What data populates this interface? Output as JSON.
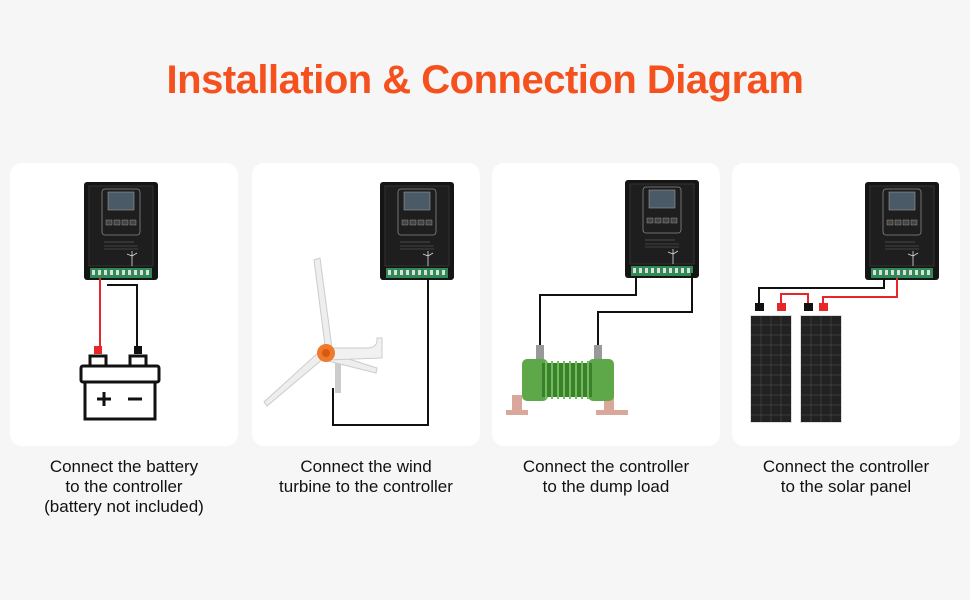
{
  "title": "Installation & Connection Diagram",
  "steps": [
    {
      "caption_line1": "Connect the battery",
      "caption_line2": "to the controller",
      "caption_line3": "(battery not included)"
    },
    {
      "caption_line1": "Connect the wind",
      "caption_line2": "turbine to the controller"
    },
    {
      "caption_line1": "Connect the controller",
      "caption_line2": "to the dump load"
    },
    {
      "caption_line1": "Connect the controller",
      "caption_line2": "to the solar panel"
    }
  ],
  "colors": {
    "accent": "#f4511e",
    "positive_wire": "#e8262a",
    "negative_wire": "#111111"
  }
}
